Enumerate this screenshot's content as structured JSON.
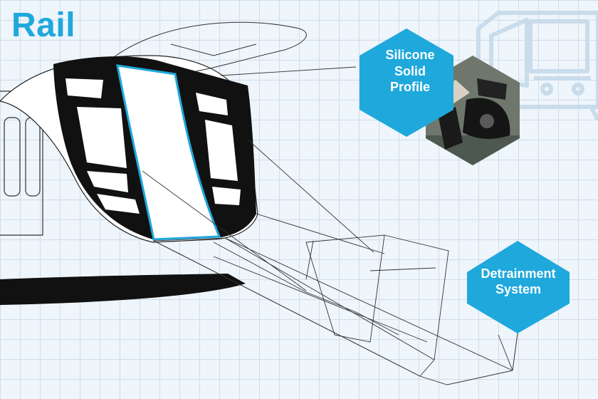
{
  "title": "Rail",
  "callouts": {
    "silicone": {
      "label": "Silicone\nSolid\nProfile"
    },
    "detrainment": {
      "label": "Detrainment\nSystem"
    }
  },
  "colors": {
    "accent": "#1fa8dc",
    "background": "#eef5fb",
    "grid": "#cfdde9",
    "train_body": "#111111",
    "outline": "#333333",
    "watermark": "#c9dceb"
  },
  "icons": {
    "train_watermark": "train-front-icon",
    "photo": "silicone-profile-photo"
  }
}
